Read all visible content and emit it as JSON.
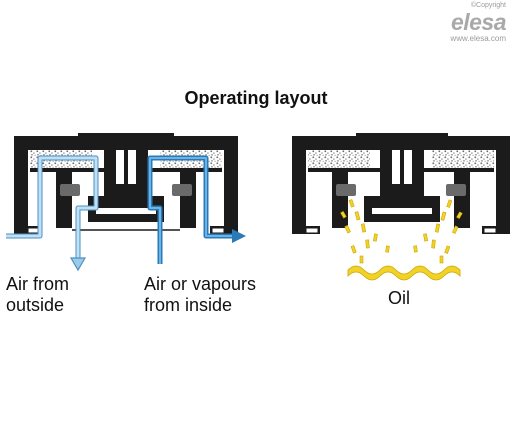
{
  "brand": {
    "copyright": "©Copyright",
    "logo": "elesa",
    "url": "www.elesa.com"
  },
  "title": "Operating layout",
  "labels": {
    "air_outside_line1": "Air from",
    "air_outside_line2": "outside",
    "air_inside_line1": "Air or vapours",
    "air_inside_line2": "from inside",
    "oil": "Oil"
  },
  "colors": {
    "housing": "#1b1b1b",
    "seal_gray": "#6a6a6a",
    "filter_dots": "#8a8a8a",
    "air_flow_light": "#9ccbea",
    "air_flow_dark": "#2a7ab8",
    "oil": "#f2d229"
  }
}
